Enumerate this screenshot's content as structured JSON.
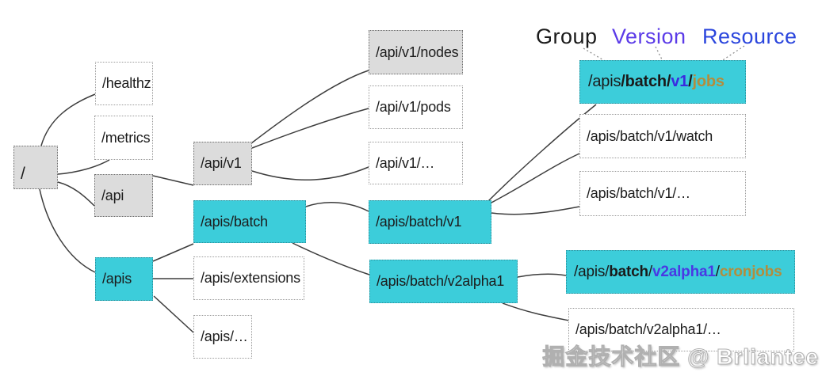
{
  "legend": {
    "group": {
      "label": "Group",
      "color": "#1a1a1a"
    },
    "version": {
      "label": "Version",
      "color": "#5b3be8"
    },
    "resource": {
      "label": "Resource",
      "color": "#2b46dd"
    }
  },
  "nodes": {
    "root": {
      "label": "/"
    },
    "healthz": {
      "label": "/healthz"
    },
    "metrics": {
      "label": "/metrics"
    },
    "api": {
      "label": "/api"
    },
    "apis": {
      "label": "/apis"
    },
    "api_v1": {
      "label": "/api/v1"
    },
    "apis_batch": {
      "label": "/apis/batch"
    },
    "apis_extensions": {
      "label": "/apis/extensions"
    },
    "apis_dots": {
      "label": "/apis/…"
    },
    "api_v1_nodes": {
      "label": "/api/v1/nodes"
    },
    "api_v1_pods": {
      "label": "/api/v1/pods"
    },
    "api_v1_dots": {
      "label": "/api/v1/…"
    },
    "apis_batch_v1": {
      "label": "/apis/batch/v1"
    },
    "apis_batch_v2alpha1": {
      "label": "/apis/batch/v2alpha1"
    },
    "batch_v1_watch": {
      "label": "/apis/batch/v1/watch"
    },
    "batch_v1_dots": {
      "label": "/apis/batch/v1/…"
    },
    "batch_v2alpha1_dots": {
      "label": "/apis/batch/v2alpha1/…"
    }
  },
  "grv_example": {
    "segments": [
      {
        "text": "/apis",
        "bold": false,
        "color": "#1a1a1a"
      },
      {
        "text": "/batch/",
        "bold": true,
        "color": "#1a1a1a"
      },
      {
        "text": "v1",
        "bold": true,
        "color": "#3a2be0"
      },
      {
        "text": "/",
        "bold": true,
        "color": "#1a1a1a"
      },
      {
        "text": "jobs",
        "bold": true,
        "color": "#b38d3d"
      }
    ]
  },
  "cronjobs_example": {
    "segments": [
      {
        "text": "/apis/",
        "bold": false,
        "color": "#1a1a1a"
      },
      {
        "text": "batch",
        "bold": true,
        "color": "#1a1a1a"
      },
      {
        "text": "/",
        "bold": false,
        "color": "#1a1a1a"
      },
      {
        "text": "v2alpha1",
        "bold": true,
        "color": "#4a38e4"
      },
      {
        "text": "/",
        "bold": false,
        "color": "#1a1a1a"
      },
      {
        "text": "cronjobs",
        "bold": true,
        "color": "#b38d3d"
      }
    ]
  },
  "colors": {
    "node_gray": "#dcdcdc",
    "node_cyan": "#3ccdda",
    "node_white": "#ffffff",
    "edge_line": "#3d3d3d",
    "arrow_dotted": "#8f8f8f"
  },
  "watermark": "掘金技术社区 @ Brliantee"
}
